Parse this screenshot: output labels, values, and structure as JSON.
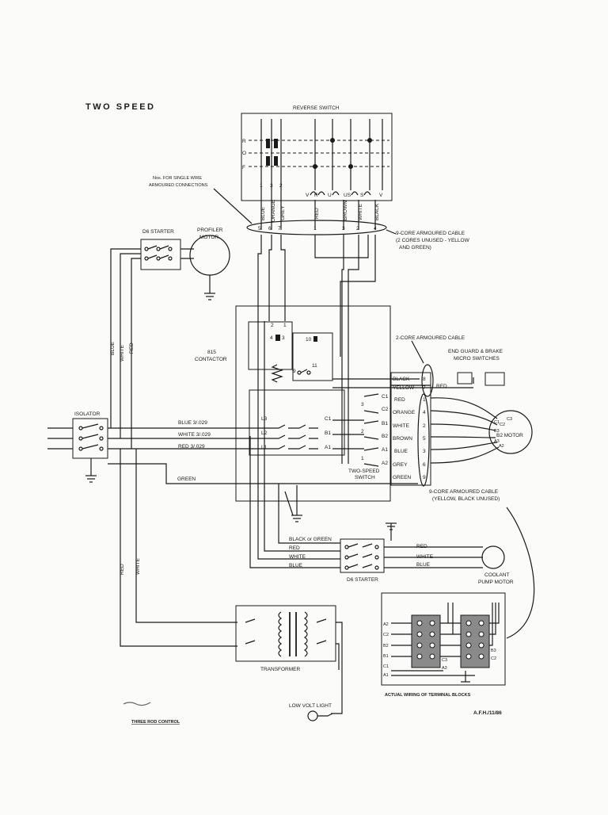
{
  "title": "TWO SPEED",
  "reverse_switch": {
    "label": "REVERSE SWITCH",
    "rows": [
      "R",
      "O",
      "F"
    ],
    "top_terms": [
      "1",
      "3",
      "2"
    ],
    "motor_terms": [
      "V",
      "R",
      "U",
      "US",
      "S",
      "V"
    ],
    "wires": [
      "BLUE",
      "ORANGE",
      "GREY",
      "RED",
      "BROWN",
      "WHITE",
      "BLACK"
    ],
    "cable_nums_left": [
      "5",
      "6",
      "7"
    ],
    "cable_nums_right": [
      "1",
      "3",
      "2",
      "4"
    ]
  },
  "notes": {
    "single_wire_l1": "Nos. FOR SINGLE WIRE",
    "single_wire_l2": "ARMOURED CONNECTIONS",
    "cable9_l1": "9-CORE ARMOURED CABLE",
    "cable9_l2": "(2 CORES UNUSED - YELLOW",
    "cable9_l3": "AND GREEN)",
    "cable2": "2-CORE ARMOURED CABLE",
    "endguard_l1": "END GUARD & BRAKE",
    "endguard_l2": "MICRO SWITCHES",
    "cable9b_l1": "9-CORE ARMOURED CABLE",
    "cable9b_l2": "(YELLOW, BLACK UNUSED)"
  },
  "d6_starter_top": "D6 STARTER",
  "profiler_motor_l1": "PROFILER",
  "profiler_motor_l2": "MOTOR",
  "isolator": "ISOLATOR",
  "left_wires": [
    "BLUE",
    "WHITE",
    "RED"
  ],
  "contactor": {
    "label_l1": "815",
    "label_l2": "CONTACTOR",
    "top_terms": [
      "2",
      "1"
    ],
    "coil_terms": [
      "4",
      "3"
    ],
    "aux_terms": [
      "10",
      "9",
      "11"
    ],
    "line_terms": [
      "L3",
      "L2",
      "L1"
    ]
  },
  "supply_lines": [
    "BLUE 3/.029",
    "WHITE 3/.029",
    "RED 3/.029"
  ],
  "green_label": "GREEN",
  "micro_wires": [
    "BLACK",
    "YELLOW",
    "RED"
  ],
  "terminal_strip": [
    {
      "name": "BLACK",
      "num": "8"
    },
    {
      "name": "YELLOW",
      "num": "7"
    },
    {
      "name": "RED",
      "num": "1"
    },
    {
      "name": "ORANGE",
      "num": "4"
    },
    {
      "name": "WHITE",
      "num": "2"
    },
    {
      "name": "BROWN",
      "num": "5"
    },
    {
      "name": "BLUE",
      "num": "3"
    },
    {
      "name": "GREY",
      "num": "6"
    },
    {
      "name": "GREEN",
      "num": "9"
    }
  ],
  "two_speed_switch": {
    "label_l1": "TWO-SPEED",
    "label_l2": "SWITCH",
    "terms": [
      "C1",
      "C2",
      "B1",
      "B2",
      "A1",
      "A2"
    ],
    "nums": [
      "3",
      "2",
      "1"
    ],
    "mid_terms": [
      "C1",
      "B1",
      "A1"
    ]
  },
  "motor": {
    "label": "B2 MOTOR",
    "terms": [
      "C3",
      "C2",
      "C1",
      "B3",
      "A3",
      "A2"
    ]
  },
  "coolant": {
    "wires_left": [
      "BLACK or GREEN",
      "RED",
      "WHITE",
      "BLUE"
    ],
    "wires_right": [
      "RED",
      "WHITE",
      "BLUE"
    ],
    "starter": "D6 STARTER",
    "motor_l1": "COOLANT",
    "motor_l2": "PUMP MOTOR"
  },
  "vertical_wires": [
    "RED",
    "WHITE"
  ],
  "transformer": "TRANSFORMER",
  "low_volt_light": "LOW VOLT LIGHT",
  "terminal_blocks": {
    "label": "ACTUAL WIRING OF TERMINAL BLOCKS",
    "left_marks": [
      "A2",
      "C2",
      "B2",
      "B1",
      "C1",
      "A1"
    ],
    "mid_marks": [
      "C3",
      "A3"
    ],
    "right_marks": [
      "B3",
      "C2"
    ]
  },
  "reference": "A.F.H./11/86",
  "handwritten_note": "THREE ROD CONTROL"
}
